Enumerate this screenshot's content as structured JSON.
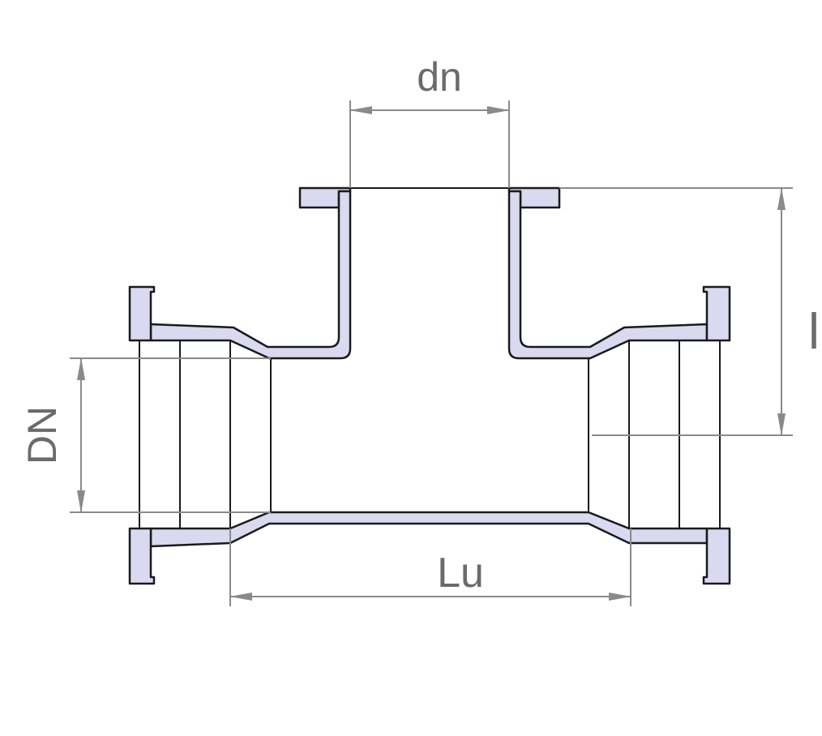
{
  "labels": {
    "dn": "dn",
    "DN": "DN",
    "l": "l",
    "Lu": "Lu"
  },
  "colors": {
    "wall_fill": "#d9d9ef",
    "outline": "#1a1a1a",
    "dimension": "#8a8a8a",
    "text": "#6b6b6b"
  }
}
